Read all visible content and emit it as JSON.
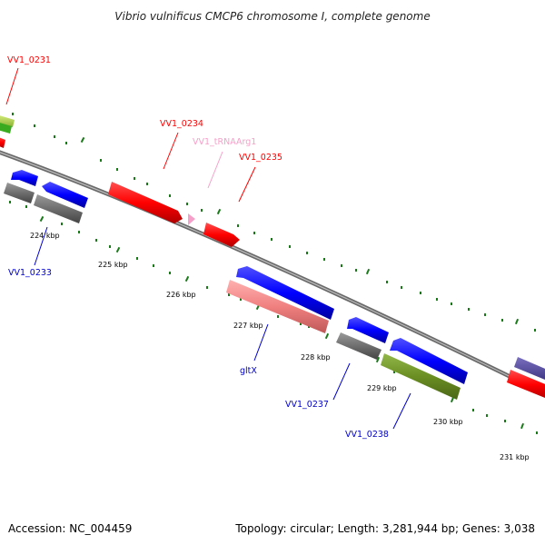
{
  "title": "Vibrio vulnificus CMCP6 chromosome I, complete genome",
  "footer": {
    "accession": "Accession: NC_004459",
    "topology": "Topology: circular; Length: 3,281,944 bp; Genes: 3,038"
  },
  "colors": {
    "red": "#ff0000",
    "blue": "#0000ff",
    "gray": "#707070",
    "pink": "#f08080",
    "olive": "#6b8e23",
    "tick_green": "#1a7a1a",
    "backbone": "#808080"
  },
  "kbp_labels": [
    "224 kbp",
    "225 kbp",
    "226 kbp",
    "227 kbp",
    "228 kbp",
    "229 kbp",
    "230 kbp",
    "231 kbp"
  ],
  "gene_labels": {
    "vv1_0231": "VV1_0231",
    "vv1_0234": "VV1_0234",
    "trna": "VV1_tRNAArg1",
    "vv1_0235": "VV1_0235",
    "vv1_0233": "VV1_0233",
    "gltx": "gltX",
    "vv1_0237": "VV1_0237",
    "vv1_0238": "VV1_0238"
  }
}
